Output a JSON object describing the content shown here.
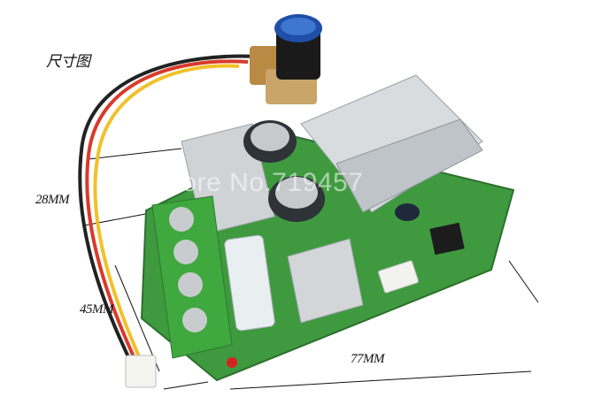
{
  "labels": {
    "title": "尺寸图",
    "dim_height": "28MM",
    "dim_length": "45MM",
    "dim_width": "77MM"
  },
  "watermark": "Store No.719457",
  "colors": {
    "pcb": "#3f9a3f",
    "terminal_block": "#3fa83f",
    "heatsink": "#cfd3d6",
    "capacitor": "#2e3338",
    "knob_cap": "#1f4fa8",
    "wire_red": "#d83a2a",
    "wire_yellow": "#f1c12a",
    "wire_black": "#222222"
  }
}
